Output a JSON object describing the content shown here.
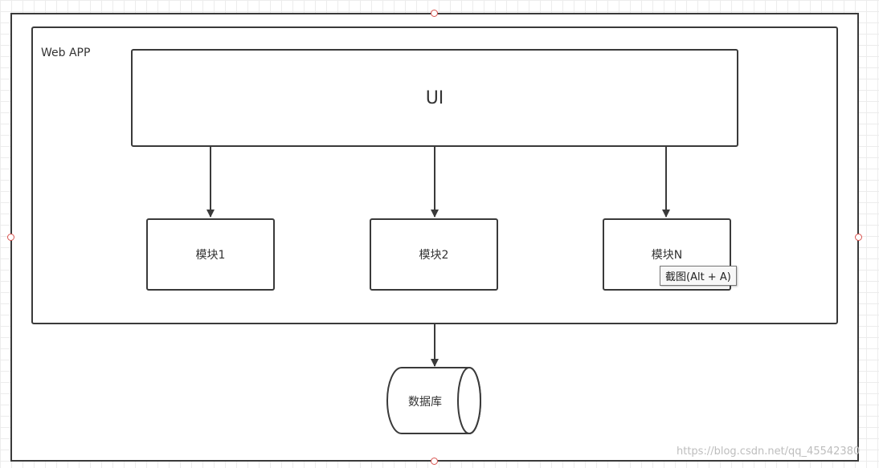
{
  "diagram": {
    "container_label": "Web APP",
    "ui_label": "UI",
    "modules": [
      "模块1",
      "模块2",
      "模块N"
    ],
    "database_label": "数据库"
  },
  "tooltip": {
    "text": "截图(Alt + A)"
  },
  "watermark": {
    "text": "https://blog.csdn.net/qq_45542380"
  },
  "colors": {
    "stroke": "#3a3a3a",
    "selection_handle": "#d9534f",
    "grid": "#ececec"
  }
}
